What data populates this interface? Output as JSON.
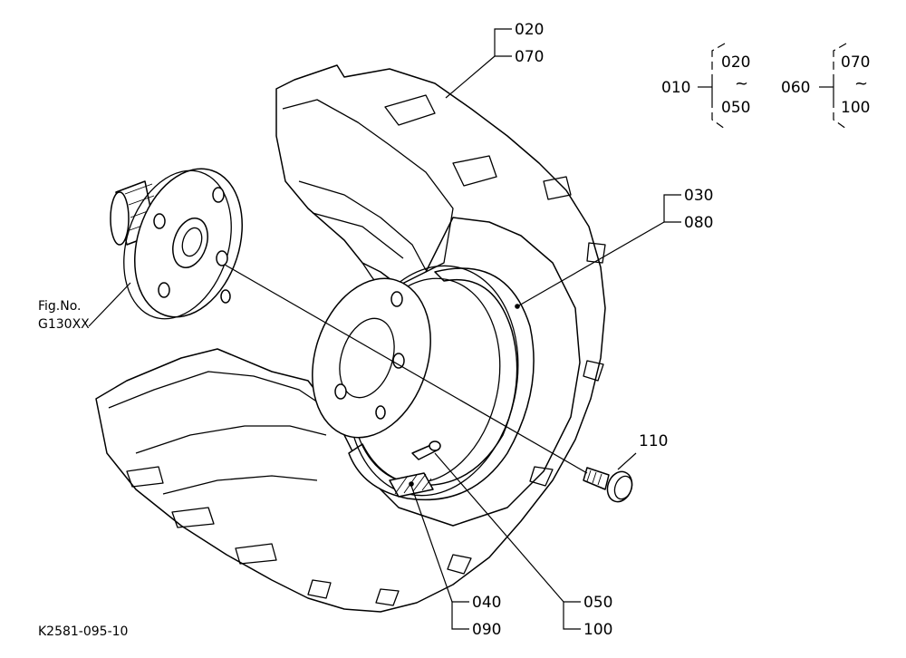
{
  "callouts": {
    "c020_top": "020",
    "c070_top": "070",
    "c030": "030",
    "c080": "080",
    "c110": "110",
    "c040": "040",
    "c090": "090",
    "c050": "050",
    "c100": "100"
  },
  "ref": {
    "line1": "Fig.No.",
    "line2": "G130XX"
  },
  "legend": {
    "group1": {
      "id": "010",
      "from": "020",
      "tilde": "~",
      "to": "050"
    },
    "group2": {
      "id": "060",
      "from": "070",
      "tilde": "~",
      "to": "100"
    }
  },
  "drawing_id": "K2581-095-10"
}
